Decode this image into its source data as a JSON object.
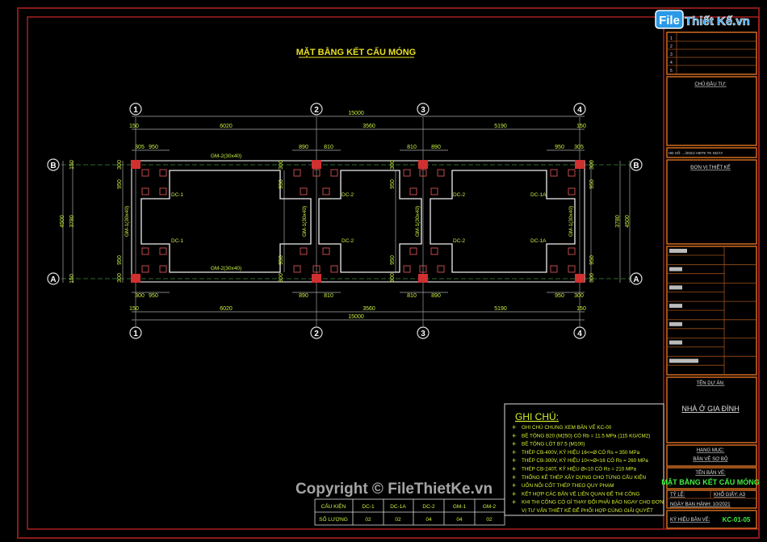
{
  "drawing": {
    "title": "MẶT BẰNG KẾT CẤU MÓNG",
    "axes_x": [
      "1",
      "2",
      "3",
      "4"
    ],
    "axes_y": [
      "B",
      "A"
    ],
    "dims_overall": "15000",
    "dims_spans": [
      "150",
      "6020",
      "3560",
      "5190",
      "150"
    ],
    "dims_footing_top": [
      "305",
      "950",
      "890",
      "810",
      "810",
      "890",
      "950",
      "305"
    ],
    "dims_footing_bottom": [
      "300",
      "950",
      "890",
      "810",
      "810",
      "890",
      "950",
      "300"
    ],
    "dims_vertical": [
      "300",
      "950",
      "950",
      "300"
    ],
    "dims_side": [
      "4500",
      "3780",
      "150",
      "150"
    ],
    "labels": {
      "dc1": "DC-1",
      "dc1a": "DC-1A",
      "dc2": "DC-2",
      "gm1": "GM-1(30x40)",
      "gm2": "GM-2(30x40)"
    }
  },
  "notes": {
    "title": "GHI CHÚ:",
    "items": [
      "GHI CHÚ CHUNG XEM BẢN VẼ KC-00",
      "BÊ TÔNG B20 (M250) CÓ Rb = 11.5 MPa (115 KG/CM2)",
      "BÊ TÔNG LÓT B7.5 (M100)",
      "THÉP CB-400V, KÝ HIỆU 16<=Ø CÓ Rs = 350 MPa",
      "THÉP CB-300V, KÝ HIỆU 10<=Ø<16 CÓ Rs = 260 MPa",
      "THÉP CB-240T, KÝ HIỆU Ø<10 CÓ Rs = 210 MPa",
      "THỐNG KÊ THÉP XÂY DỰNG CHO TỪNG CẤU KIỆN",
      "UỐN NỐI CỐT THÉP THEO QUY PHẠM",
      "KẾT HỢP CÁC BẢN VẼ LIÊN QUAN ĐỂ THI CÔNG",
      "KHI THI CÔNG CÓ GÌ THAY ĐỔI PHẢI BÁO NGAY CHO ĐƠN",
      "VỊ TƯ VẤN THIẾT KẾ ĐỂ PHỐI HỢP CÙNG GIẢI QUYẾT"
    ]
  },
  "schedule": {
    "headers": [
      "CẤU KIỆN",
      "DC-1",
      "DC-1A",
      "DC-2",
      "GM-1",
      "GM-2"
    ],
    "row": [
      "SỐ LƯỢNG",
      "02",
      "02",
      "04",
      "04",
      "02"
    ]
  },
  "title_block": {
    "revisions": [
      "1",
      "2",
      "3",
      "4",
      "5"
    ],
    "owner_label": "CHỦ ĐẦU TƯ:",
    "contract": "HĐ SỐ: .../2021/ HĐTK TK NGÀY",
    "designer_label": "ĐƠN VỊ THIẾT KẾ",
    "project_label": "TÊN DỰ ÁN:",
    "project": "NHÀ Ở GIA ĐÌNH",
    "category_label": "HẠNG MỤC:",
    "category": "BẢN VẼ SƠ BỘ",
    "drawing_label": "TÊN BẢN VẼ:",
    "drawing_name": "MẶT BẰNG KẾT CẤU MÓNG",
    "scale_label": "TỶ LỆ:",
    "paper": "KHỔ GIẤY: A3",
    "date": "NGÀY BAN HÀNH: 10/2021",
    "code_label": "KÝ HIỆU BẢN VẼ:",
    "code": "KC-01-05"
  },
  "watermark": {
    "copyright": "Copyright © FileThietKe.vn",
    "logo": "File Thiết Kế.vn"
  },
  "colors": {
    "frame": "#8b1a1a",
    "title_block": "#d06a20",
    "dimension": "#c8f040",
    "column": "#e04040"
  }
}
